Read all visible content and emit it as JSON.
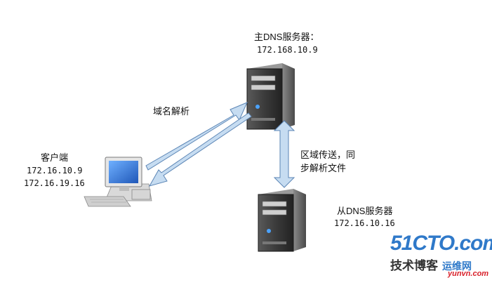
{
  "main_server": {
    "title": "主DNS服务器：",
    "ip": "172.168.10.9"
  },
  "client": {
    "title": "客户端",
    "ip1": "172.16.10.9",
    "ip2": "172.16.19.16"
  },
  "slave_server": {
    "title": "从DNS服务器",
    "ip": "172.16.10.16"
  },
  "arrow_labels": {
    "resolve": "域名解析",
    "transfer_line1": "区域传送，同",
    "transfer_line2": "步解析文件"
  },
  "watermark": {
    "site": "51CTO.com",
    "tagline": "技术博客",
    "sub": "运维网",
    "domain": "yunvn.com"
  },
  "colors": {
    "arrow_fill": "#c6dcf1",
    "arrow_stroke": "#5b85b5",
    "server_body": "#3a3a3a",
    "monitor_screen": "#3d7ed6"
  },
  "icons": [
    "server-icon",
    "computer-icon"
  ]
}
